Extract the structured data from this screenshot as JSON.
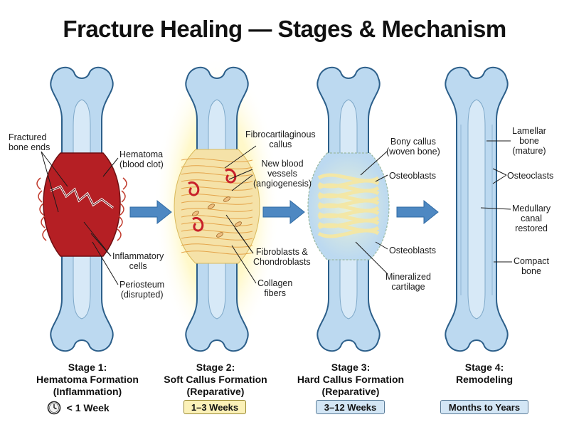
{
  "title": "Fracture Healing — Stages & Mechanism",
  "colors": {
    "bone_fill": "#bcd9f0",
    "bone_outline": "#2c5f8a",
    "hematoma": "#b51f24",
    "callus": "#f5e2a8",
    "arrow": "#4e88c2",
    "glow": "#fff1a0"
  },
  "stages": [
    {
      "heading": [
        "Stage 1:",
        "Hematoma Formation",
        "(Inflammation)"
      ],
      "duration": "< 1 Week",
      "duration_icon": "clock-icon",
      "labels": {
        "fractured_ends": [
          "Fractured",
          "bone ends"
        ],
        "hematoma": [
          "Hematoma",
          "(blood clot)"
        ],
        "inflammatory": [
          "Inflammatory",
          "cells"
        ],
        "periosteum": [
          "Periosteum",
          "(disrupted)"
        ]
      }
    },
    {
      "heading": [
        "Stage 2:",
        "Soft Callus Formation",
        "(Reparative)"
      ],
      "duration": "1–3 Weeks",
      "labels": {
        "fibrocartilaginous": [
          "Fibrocartilaginous",
          "callus"
        ],
        "vessels": [
          "New blood",
          "vessels",
          "(angiogenesis)"
        ],
        "fibroblasts": [
          "Fibroblasts &",
          "Chondroblasts"
        ],
        "collagen": [
          "Collagen",
          "fibers"
        ]
      }
    },
    {
      "heading": [
        "Stage 3:",
        "Hard Callus Formation",
        "(Reparative)"
      ],
      "duration": "3–12 Weeks",
      "labels": {
        "bony_callus": [
          "Bony callus",
          "(woven bone)"
        ],
        "osteoblasts_top": [
          "Osteoblasts"
        ],
        "osteoblasts_bottom": [
          "Osteoblasts"
        ],
        "mineralized": [
          "Mineralized",
          "cartilage"
        ]
      }
    },
    {
      "heading": [
        "Stage 4:",
        "Remodeling"
      ],
      "duration": "Months to Years",
      "labels": {
        "lamellar": [
          "Lamellar",
          "bone",
          "(mature)"
        ],
        "osteoclasts": [
          "Osteoclasts"
        ],
        "medullary": [
          "Medullary",
          "canal",
          "restored"
        ],
        "compact": [
          "Compact",
          "bone"
        ]
      }
    }
  ]
}
